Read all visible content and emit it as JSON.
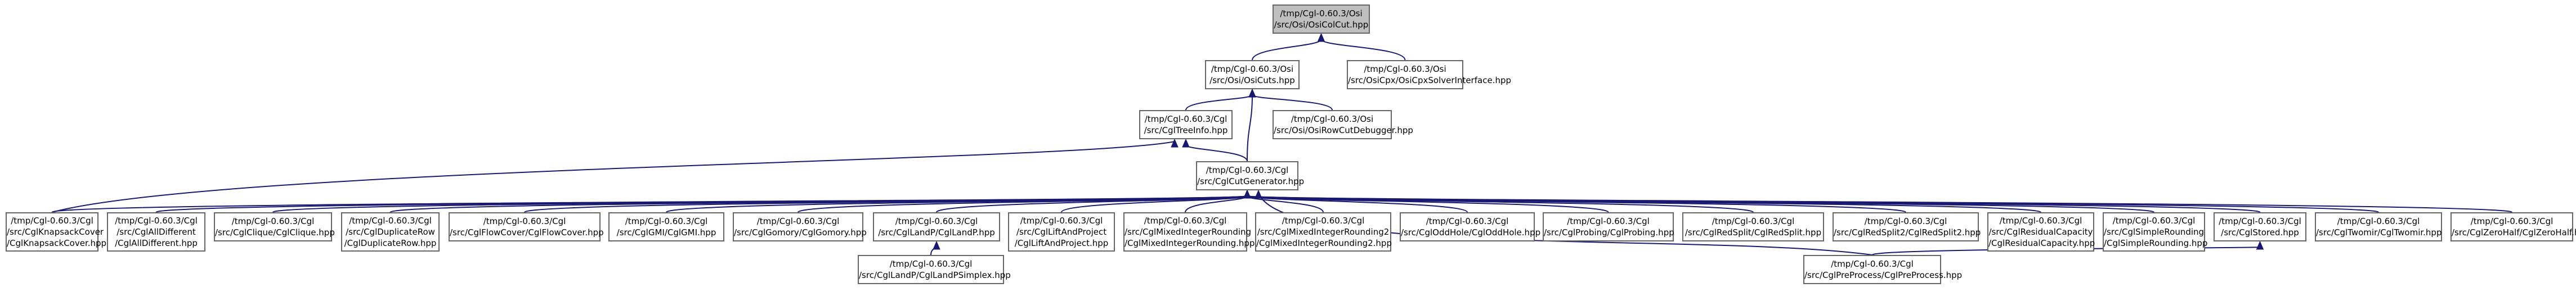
{
  "colors": {
    "edge": "#191970",
    "node_border": "#666666",
    "root_fill": "#bfbfbf",
    "node_fill": "#ffffff"
  },
  "nodes": [
    {
      "id": "n0",
      "lines": [
        "/tmp/Cgl-0.60.3/Osi",
        "/src/Osi/OsiColCut.hpp"
      ],
      "root": true
    },
    {
      "id": "n1",
      "lines": [
        "/tmp/Cgl-0.60.3/Osi",
        "/src/Osi/OsiCuts.hpp"
      ]
    },
    {
      "id": "n2",
      "lines": [
        "/tmp/Cgl-0.60.3/Osi",
        "/src/OsiCpx/OsiCpxSolverInterface.hpp"
      ]
    },
    {
      "id": "n3",
      "lines": [
        "/tmp/Cgl-0.60.3/Cgl",
        "/src/CglTreeInfo.hpp"
      ]
    },
    {
      "id": "n4",
      "lines": [
        "/tmp/Cgl-0.60.3/Osi",
        "/src/Osi/OsiRowCutDebugger.hpp"
      ]
    },
    {
      "id": "n5",
      "lines": [
        "/tmp/Cgl-0.60.3/Cgl",
        "/src/CglCutGenerator.hpp"
      ]
    },
    {
      "id": "c0",
      "lines": [
        "/tmp/Cgl-0.60.3/Cgl",
        "/src/CglKnapsackCover",
        "/CglKnapsackCover.hpp"
      ]
    },
    {
      "id": "c1",
      "lines": [
        "/tmp/Cgl-0.60.3/Cgl",
        "/src/CglAllDifferent",
        "/CglAllDifferent.hpp"
      ]
    },
    {
      "id": "c2",
      "lines": [
        "/tmp/Cgl-0.60.3/Cgl",
        "/src/CglClique/CglClique.hpp"
      ]
    },
    {
      "id": "c3",
      "lines": [
        "/tmp/Cgl-0.60.3/Cgl",
        "/src/CglDuplicateRow",
        "/CglDuplicateRow.hpp"
      ]
    },
    {
      "id": "c4",
      "lines": [
        "/tmp/Cgl-0.60.3/Cgl",
        "/src/CglFlowCover/CglFlowCover.hpp"
      ]
    },
    {
      "id": "c5",
      "lines": [
        "/tmp/Cgl-0.60.3/Cgl",
        "/src/CglGMI/CglGMI.hpp"
      ]
    },
    {
      "id": "c6",
      "lines": [
        "/tmp/Cgl-0.60.3/Cgl",
        "/src/CglGomory/CglGomory.hpp"
      ]
    },
    {
      "id": "c7",
      "lines": [
        "/tmp/Cgl-0.60.3/Cgl",
        "/src/CglLandP/CglLandP.hpp"
      ]
    },
    {
      "id": "c8",
      "lines": [
        "/tmp/Cgl-0.60.3/Cgl",
        "/src/CglLiftAndProject",
        "/CglLiftAndProject.hpp"
      ]
    },
    {
      "id": "c9",
      "lines": [
        "/tmp/Cgl-0.60.3/Cgl",
        "/src/CglMixedIntegerRounding",
        "/CglMixedIntegerRounding.hpp"
      ]
    },
    {
      "id": "c10",
      "lines": [
        "/tmp/Cgl-0.60.3/Cgl",
        "/src/CglMixedIntegerRounding2",
        "/CglMixedIntegerRounding2.hpp"
      ]
    },
    {
      "id": "c11",
      "lines": [
        "/tmp/Cgl-0.60.3/Cgl",
        "/src/CglOddHole/CglOddHole.hpp"
      ]
    },
    {
      "id": "c12",
      "lines": [
        "/tmp/Cgl-0.60.3/Cgl",
        "/src/CglProbing/CglProbing.hpp"
      ]
    },
    {
      "id": "c13",
      "lines": [
        "/tmp/Cgl-0.60.3/Cgl",
        "/src/CglRedSplit/CglRedSplit.hpp"
      ]
    },
    {
      "id": "c14",
      "lines": [
        "/tmp/Cgl-0.60.3/Cgl",
        "/src/CglRedSplit2/CglRedSplit2.hpp"
      ]
    },
    {
      "id": "c15",
      "lines": [
        "/tmp/Cgl-0.60.3/Cgl",
        "/src/CglResidualCapacity",
        "/CglResidualCapacity.hpp"
      ]
    },
    {
      "id": "c16",
      "lines": [
        "/tmp/Cgl-0.60.3/Cgl",
        "/src/CglSimpleRounding",
        "/CglSimpleRounding.hpp"
      ]
    },
    {
      "id": "c17",
      "lines": [
        "/tmp/Cgl-0.60.3/Cgl",
        "/src/CglStored.hpp"
      ]
    },
    {
      "id": "c18",
      "lines": [
        "/tmp/Cgl-0.60.3/Cgl",
        "/src/CglTwomir/CglTwomir.hpp"
      ]
    },
    {
      "id": "c19",
      "lines": [
        "/tmp/Cgl-0.60.3/Cgl",
        "/src/CglZeroHalf/CglZeroHalf.hpp"
      ]
    },
    {
      "id": "d0",
      "lines": [
        "/tmp/Cgl-0.60.3/Cgl",
        "/src/CglLandP/CglLandPSimplex.hpp"
      ]
    },
    {
      "id": "d1",
      "lines": [
        "/tmp/Cgl-0.60.3/Cgl",
        "/src/CglPreProcess/CglPreProcess.hpp"
      ]
    }
  ],
  "edges": [
    [
      "n1",
      "n0"
    ],
    [
      "n2",
      "n0"
    ],
    [
      "n3",
      "n1"
    ],
    [
      "n4",
      "n1"
    ],
    [
      "n5",
      "n1"
    ],
    [
      "n5",
      "n3"
    ],
    [
      "c0",
      "n3"
    ],
    [
      "c0",
      "n5"
    ],
    [
      "c1",
      "n5"
    ],
    [
      "c2",
      "n5"
    ],
    [
      "c3",
      "n5"
    ],
    [
      "c4",
      "n5"
    ],
    [
      "c5",
      "n5"
    ],
    [
      "c6",
      "n5"
    ],
    [
      "c7",
      "n5"
    ],
    [
      "c8",
      "n5"
    ],
    [
      "c9",
      "n5"
    ],
    [
      "c10",
      "n5"
    ],
    [
      "c11",
      "n5"
    ],
    [
      "c12",
      "n5"
    ],
    [
      "c13",
      "n5"
    ],
    [
      "c14",
      "n5"
    ],
    [
      "c15",
      "n5"
    ],
    [
      "c16",
      "n5"
    ],
    [
      "c17",
      "n5"
    ],
    [
      "c18",
      "n5"
    ],
    [
      "c19",
      "n5"
    ],
    [
      "d0",
      "c7"
    ],
    [
      "d1",
      "n5"
    ],
    [
      "d1",
      "c17"
    ]
  ]
}
